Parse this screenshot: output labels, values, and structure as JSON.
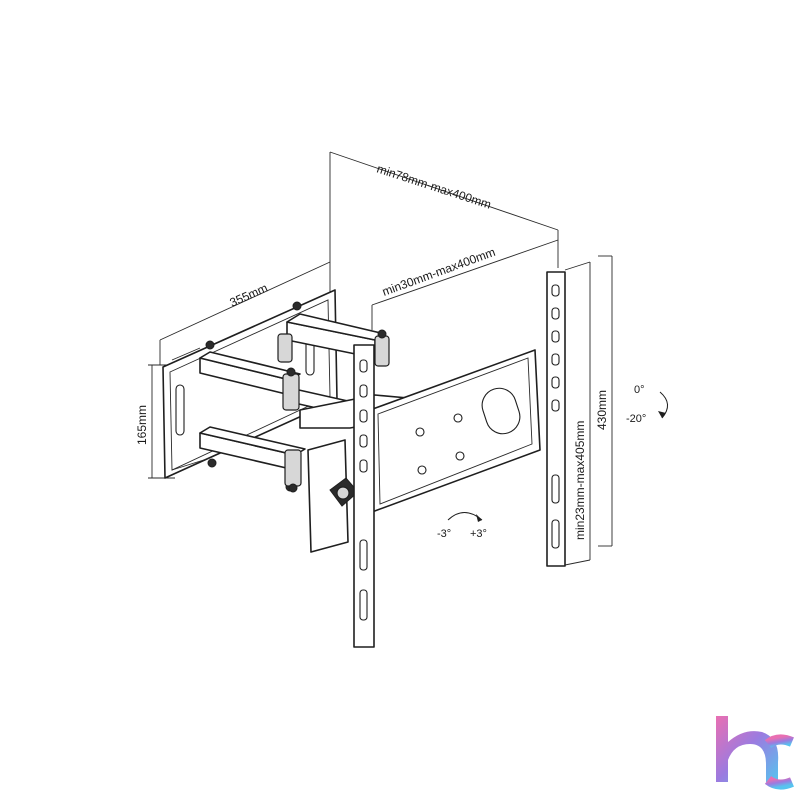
{
  "dimensions": {
    "depth": "355mm",
    "wall_plate_height": "165mm",
    "arm_spread_max": "min78mm-max400mm",
    "horizontal_vesa": "min30mm-max400mm",
    "vertical_vesa": "min23mm-max405mm",
    "bracket_height": "430mm"
  },
  "tilt": {
    "up": "0°",
    "down": "-20°"
  },
  "swivel": {
    "left": "-3°",
    "right": "+3°"
  },
  "logo": {
    "text": "hc",
    "gradient": [
      "#e96fb2",
      "#9b7be0",
      "#56c4ef"
    ]
  }
}
